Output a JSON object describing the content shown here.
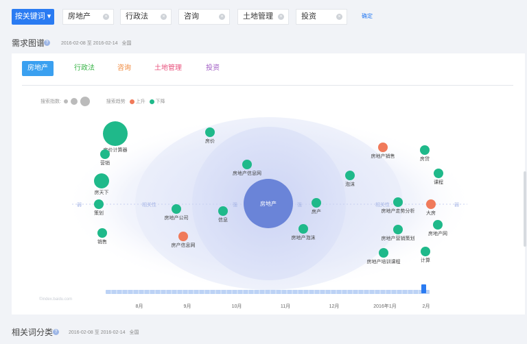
{
  "toolbar": {
    "keyword_button": "按关键词",
    "keywords": [
      "房地产",
      "行政法",
      "咨询",
      "土地管理",
      "投资"
    ],
    "confirm": "确定"
  },
  "demand_section": {
    "title": "需求图谱",
    "date_range": "2016-02-08 至 2016-02-14",
    "region": "全国"
  },
  "tabs": [
    {
      "label": "房地产",
      "color": "#ffffff"
    },
    {
      "label": "行政法",
      "color": "#3bb54a"
    },
    {
      "label": "咨询",
      "color": "#f0883c"
    },
    {
      "label": "土地管理",
      "color": "#e8507c"
    },
    {
      "label": "投资",
      "color": "#a05cc4"
    }
  ],
  "legend": {
    "index_label": "搜索指数:",
    "trend_label": "搜索趋势",
    "up_label": "上升",
    "down_label": "下降",
    "up_color": "#f07a5a",
    "down_color": "#1fb98a"
  },
  "graph": {
    "center": "房地产",
    "ring_left_weak": "弱",
    "ring_left_relevance": "相关性",
    "ring_left_strong": "强",
    "ring_right_strong": "强",
    "ring_right_relevance": "相关性",
    "ring_right_weak": "弱",
    "watermark": "©index.baidu.com",
    "nodes": [
      {
        "label": "房价计算器",
        "trend": "down",
        "size": "large"
      },
      {
        "label": "营销",
        "trend": "down",
        "size": "small"
      },
      {
        "label": "房天下",
        "trend": "down",
        "size": "medium"
      },
      {
        "label": "策划",
        "trend": "down",
        "size": "small"
      },
      {
        "label": "销售",
        "trend": "down",
        "size": "small"
      },
      {
        "label": "房价",
        "trend": "down",
        "size": "small"
      },
      {
        "label": "房地产公司",
        "trend": "down",
        "size": "small"
      },
      {
        "label": "房产信息网",
        "trend": "up",
        "size": "small"
      },
      {
        "label": "房地产信息网",
        "trend": "down",
        "size": "small"
      },
      {
        "label": "信息",
        "trend": "down",
        "size": "small"
      },
      {
        "label": "泡沫",
        "trend": "down",
        "size": "small"
      },
      {
        "label": "房产",
        "trend": "down",
        "size": "small"
      },
      {
        "label": "房地产泡沫",
        "trend": "down",
        "size": "small"
      },
      {
        "label": "房地产销售",
        "trend": "up",
        "size": "small"
      },
      {
        "label": "房贷",
        "trend": "down",
        "size": "small"
      },
      {
        "label": "课程",
        "trend": "down",
        "size": "small"
      },
      {
        "label": "房地产走势分析",
        "trend": "down",
        "size": "small"
      },
      {
        "label": "大房",
        "trend": "up",
        "size": "small"
      },
      {
        "label": "房地产营销策划",
        "trend": "down",
        "size": "small"
      },
      {
        "label": "房地产网",
        "trend": "down",
        "size": "small"
      },
      {
        "label": "房地产培训课程",
        "trend": "down",
        "size": "small"
      },
      {
        "label": "计算",
        "trend": "down",
        "size": "small"
      }
    ]
  },
  "timeline": {
    "months": [
      "8月",
      "9月",
      "10月",
      "11月",
      "12月",
      "2016年1月",
      "2月"
    ]
  },
  "related_section": {
    "title": "相关词分类",
    "date_range": "2016-02-08 至 2016-02-14",
    "region": "全国"
  }
}
